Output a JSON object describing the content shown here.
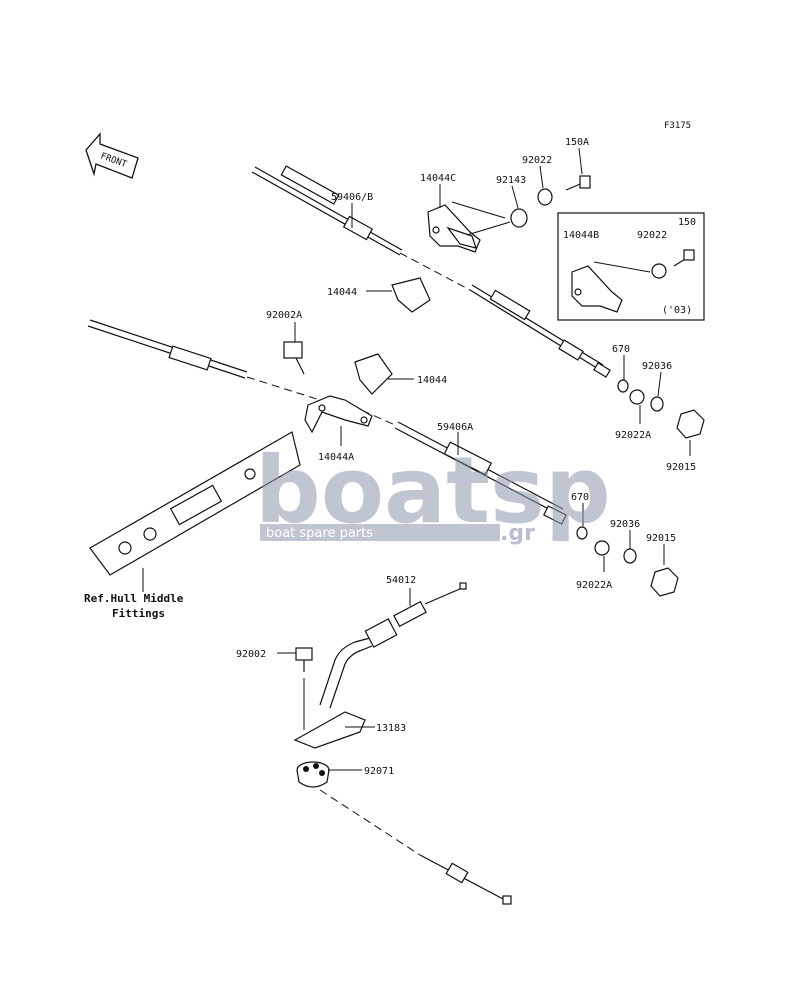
{
  "figure_code": "F3175",
  "front_label": "FRONT",
  "reference_label": {
    "line1": "Ref.Hull Middle",
    "line2": "Fittings"
  },
  "inset_year": "('03)",
  "watermark": {
    "brand": "boatsp",
    "suffix": ".gr",
    "tagline": "boat spare parts"
  },
  "parts": {
    "p59406B": "59406/B",
    "p14044C": "14044C",
    "p92143": "92143",
    "p92022_top": "92022",
    "p150A": "150A",
    "p14044B": "14044B",
    "p92022_inset": "92022",
    "p150": "150",
    "p14044_upper": "14044",
    "p92002A": "92002A",
    "p14044_lower": "14044",
    "p670_a": "670",
    "p92036_a": "92036",
    "p92022A_a": "92022A",
    "p92015_a": "92015",
    "p14044A": "14044A",
    "p59406A": "59406A",
    "p670_b": "670",
    "p92036_b": "92036",
    "p92015_b": "92015",
    "p92022A_b": "92022A",
    "p54012": "54012",
    "p92002": "92002",
    "p13183": "13183",
    "p92071": "92071"
  }
}
